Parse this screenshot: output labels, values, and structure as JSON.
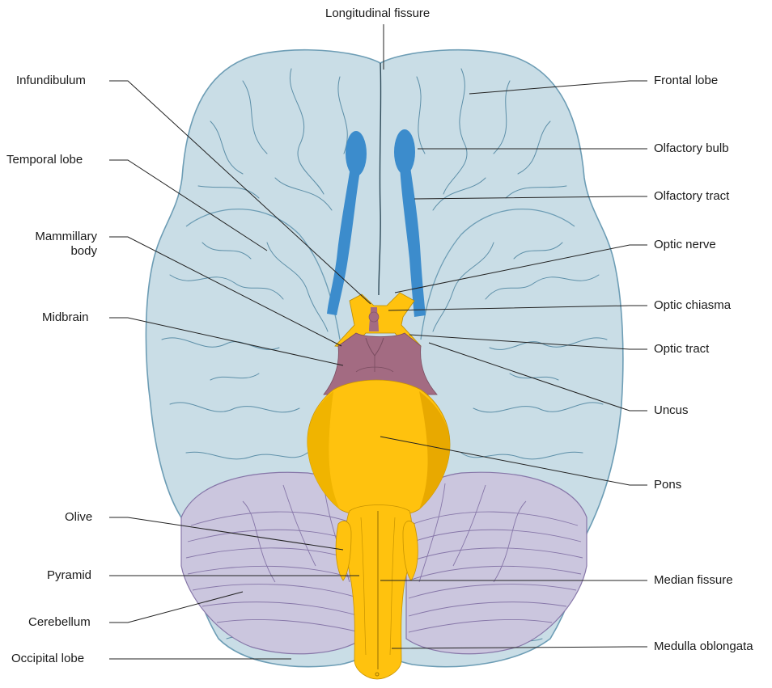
{
  "colors": {
    "cerebrum_fill": "#c9dde6",
    "cerebrum_edge": "#6d9db5",
    "cerebellum_fill": "#cbc6de",
    "cerebellum_lines": "#8676a8",
    "olfactory": "#3c8ccc",
    "optic": "#ffc20e",
    "midbrain": "#a36b82",
    "pons": "#ffc20e",
    "medulla": "#ffc20e"
  },
  "labels": {
    "longitudinal_fissure": "Longitudinal fissure",
    "infundibulum": "Infundibulum",
    "temporal_lobe": "Temporal lobe",
    "mammillary_body_line1": "Mammillary",
    "mammillary_body_line2": "body",
    "midbrain": "Midbrain",
    "olive": "Olive",
    "pyramid": "Pyramid",
    "cerebellum": "Cerebellum",
    "occipital_lobe": "Occipital lobe",
    "frontal_lobe": "Frontal lobe",
    "olfactory_bulb": "Olfactory bulb",
    "olfactory_tract": "Olfactory tract",
    "optic_nerve": "Optic nerve",
    "optic_chiasma": "Optic chiasma",
    "optic_tract": "Optic tract",
    "uncus": "Uncus",
    "pons": "Pons",
    "median_fissure": "Median fissure",
    "medulla_oblongata": "Medulla oblongata"
  }
}
